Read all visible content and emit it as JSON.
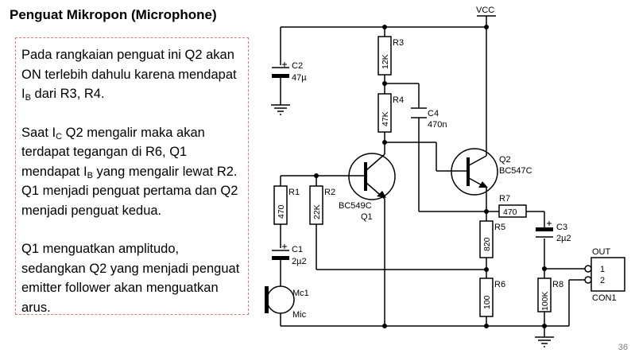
{
  "slide": {
    "title": "Penguat Mikropon (Microphone)",
    "page_number": "36"
  },
  "description": {
    "p1": "Pada rangkaian penguat ini Q2 akan ON terlebih dahulu karena mendapat I",
    "p1_sub": "B",
    "p1_end": " dari R3, R4.",
    "p2_a": "Saat I",
    "p2_a_sub": "C",
    "p2_b": " Q2 mengalir maka akan terdapat tegangan di R6, Q1 mendapat I",
    "p2_b_sub": "B",
    "p2_c": " yang mengalir lewat R2. Q1 menjadi penguat pertama dan Q2 menjadi penguat kedua.",
    "p3": "Q1 menguatkan amplitudo, sedangkan Q2 yang menjadi penguat emitter follower akan menguatkan arus."
  },
  "schematic": {
    "vcc": "VCC",
    "r3": {
      "name": "R3",
      "value": "12K"
    },
    "r4": {
      "name": "R4",
      "value": "47K"
    },
    "c4": {
      "name": "C4",
      "value": "470n"
    },
    "c2": {
      "name": "C2",
      "value": "47µ"
    },
    "r1": {
      "name": "R1",
      "value": "470"
    },
    "r2": {
      "name": "R2",
      "value": "22K"
    },
    "c1": {
      "name": "C1",
      "value": "2µ2"
    },
    "mic": {
      "name": "Mc1",
      "value": "Mic"
    },
    "q1": {
      "name": "Q1",
      "type": "BC549C"
    },
    "q2": {
      "name": "Q2",
      "type": "BC547C"
    },
    "r7": {
      "name": "R7",
      "value": "470"
    },
    "c3": {
      "name": "C3",
      "value": "2µ2"
    },
    "r5": {
      "name": "R5",
      "value": "820"
    },
    "r6": {
      "name": "R6",
      "value": "100"
    },
    "r8": {
      "name": "R8",
      "value": "100K"
    },
    "connector": {
      "name": "CON1",
      "label": "OUT",
      "pin1": "1",
      "pin2": "2"
    }
  }
}
